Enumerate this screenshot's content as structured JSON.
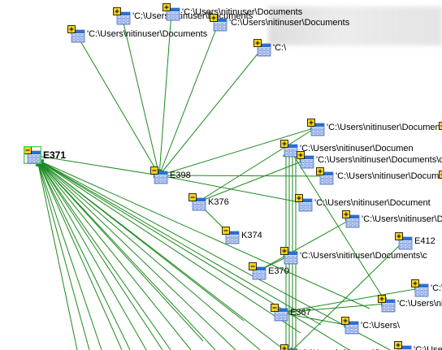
{
  "diagram": {
    "colors": {
      "edge": "#1e8a1e",
      "icon_grid": "#4a6fc7",
      "icon_header": "#2a6fd0",
      "badge": "#f5d21a",
      "selected": "#3cd33c"
    },
    "nodes": [
      {
        "id": "E371",
        "label": "E371",
        "badge": "minus",
        "selected": true
      },
      {
        "id": "E398",
        "label": "E398",
        "badge": "minus"
      },
      {
        "id": "K376",
        "label": "K376",
        "badge": "minus"
      },
      {
        "id": "K374",
        "label": "K374",
        "badge": "minus"
      },
      {
        "id": "E370",
        "label": "E370",
        "badge": "minus"
      },
      {
        "id": "E367",
        "label": "E367",
        "badge": "minus"
      },
      {
        "id": "E412",
        "label": "E412",
        "badge": "plus"
      },
      {
        "id": "D1",
        "label": "'C:\\Users\\nitinuser\\Documents",
        "badge": "plus"
      },
      {
        "id": "D2",
        "label": "'C:\\Users\\nitinuser\\Documents",
        "badge": "plus"
      },
      {
        "id": "D3",
        "label": "'C:\\Users\\nitinuser\\Documents",
        "badge": "plus"
      },
      {
        "id": "D4",
        "label": "'C:\\Users\\nitinuser\\Documents",
        "badge": "plus"
      },
      {
        "id": "D5",
        "label": "'C:\\",
        "badge": "plus"
      },
      {
        "id": "D6",
        "label": "'C:\\Users\\nitinuser\\Documen",
        "badge": "plus"
      },
      {
        "id": "D7",
        "label": "'C:\\Users\\nitinuser\\Documents\\c",
        "badge": "plus"
      },
      {
        "id": "D8",
        "label": "'C:\\Users\\nitinuser\\Document",
        "badge": "plus"
      },
      {
        "id": "D9",
        "label": "'C:\\Users\\nitinuser\\Document",
        "badge": "plus"
      },
      {
        "id": "D10",
        "label": "'C:\\Users\\nitinuser\\Document",
        "badge": "plus"
      },
      {
        "id": "D11",
        "label": "'C:\\Users\\nitinuser\\Document",
        "badge": "plus"
      },
      {
        "id": "D12",
        "label": "'C:\\Users\\nitinuser\\Documents\\c",
        "badge": "plus"
      },
      {
        "id": "D13",
        "label": "'C:\\Users\\",
        "badge": "plus"
      },
      {
        "id": "D14",
        "label": "'C:\\Users\\nitinuser\\",
        "badge": "plus"
      },
      {
        "id": "D15",
        "label": "'C:\\Users\\",
        "badge": "plus"
      },
      {
        "id": "D16",
        "label": "'C:\\Users\\",
        "badge": "plus"
      },
      {
        "id": "D17",
        "label": "'C:\\Users\\nitinuser\\Documents\\c",
        "badge": "plus"
      },
      {
        "id": "D18",
        "label": "'C:\\Users\\nitinuser\\Documents\\c",
        "badge": "plus"
      },
      {
        "id": "D19",
        "label": "",
        "badge": "plus"
      }
    ],
    "edges": [
      [
        "D1",
        "E398"
      ],
      [
        "D2",
        "E398"
      ],
      [
        "D3",
        "E398"
      ],
      [
        "D4",
        "E398"
      ],
      [
        "D5",
        "E398"
      ],
      [
        "E371",
        "E398"
      ],
      [
        "D8",
        "E398"
      ],
      [
        "D9",
        "E398"
      ],
      [
        "D10",
        "E398"
      ],
      [
        "K376",
        "D8"
      ],
      [
        "K376",
        "D7"
      ],
      [
        "K376",
        "K374"
      ],
      [
        "E370",
        "D11"
      ],
      [
        "E370",
        "D12"
      ],
      [
        "E367",
        "D13"
      ],
      [
        "E367",
        "D14"
      ],
      [
        "E367",
        "D16"
      ],
      [
        "E412",
        "D17"
      ],
      [
        "D6",
        "D14"
      ]
    ]
  }
}
